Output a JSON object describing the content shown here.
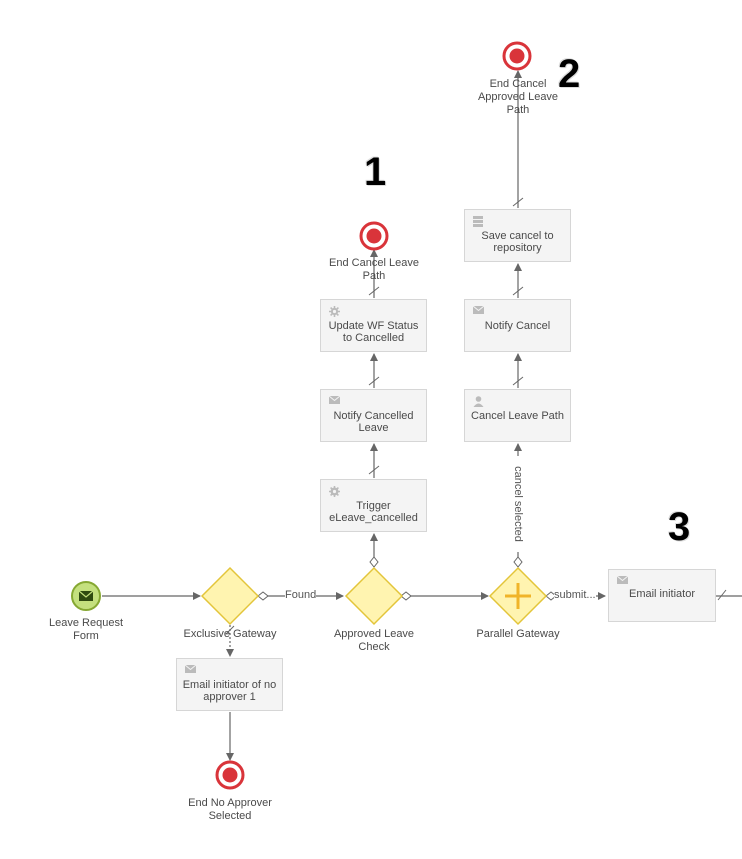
{
  "events": {
    "start": "Leave Request Form",
    "end_cancel_leave": "End Cancel Leave Path",
    "end_cancel_approved": "End Cancel Approved Leave Path",
    "end_no_approver": "End No Approver Selected"
  },
  "gateways": {
    "exclusive": "Exclusive Gateway",
    "approved_check": "Approved Leave Check",
    "parallel": "Parallel Gateway"
  },
  "tasks": {
    "email_no_approver": "Email initiator of no approver 1",
    "trigger_cancelled": "Trigger eLeave_cancelled",
    "notify_cancelled_leave": "Notify Cancelled Leave",
    "update_wf_status": "Update WF Status to Cancelled",
    "cancel_leave_path": "Cancel Leave Path",
    "notify_cancel": "Notify Cancel",
    "save_cancel_repo": "Save cancel to repository",
    "email_initiator": "Email initiator"
  },
  "flow_labels": {
    "found": "Found",
    "cancel_selected": "cancel selected",
    "submit": "submit..."
  },
  "markers": {
    "one": "1",
    "two": "2",
    "three": "3"
  },
  "colors": {
    "start_fill": "#c4e07e",
    "start_stroke": "#86a832",
    "end_stroke": "#d9343a",
    "gateway_fill": "#fff4b0",
    "gateway_stroke": "#e3c53a",
    "parallel_plus": "#f0b429",
    "task_fill": "#f4f4f4",
    "task_border": "#d6d6d6",
    "connector": "#666666"
  }
}
